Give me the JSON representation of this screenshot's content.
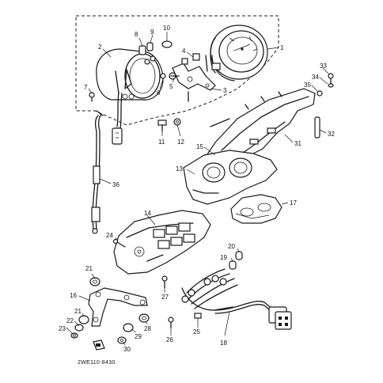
{
  "diagram": {
    "drawing_code": "2WE110-8430",
    "callouts": {
      "p1": "1",
      "p2": "2",
      "p3": "3",
      "p4": "4",
      "p5": "5",
      "p6": "6",
      "p7": "7",
      "p8": "8",
      "p9": "9",
      "p10": "10",
      "p11": "11",
      "p12": "12",
      "p13": "13",
      "p14": "14",
      "p15": "15",
      "p16": "16",
      "p17": "17",
      "p18": "18",
      "p19": "19",
      "p20": "20",
      "p21a": "21",
      "p21b": "21",
      "p22": "22",
      "p23": "23",
      "p24": "24",
      "p25": "25",
      "p26": "26",
      "p27": "27",
      "p28": "28",
      "p29": "29",
      "p30": "30",
      "p31": "31",
      "p32": "32",
      "p33": "33",
      "p34": "34",
      "p35": "35",
      "p36": "36"
    }
  }
}
